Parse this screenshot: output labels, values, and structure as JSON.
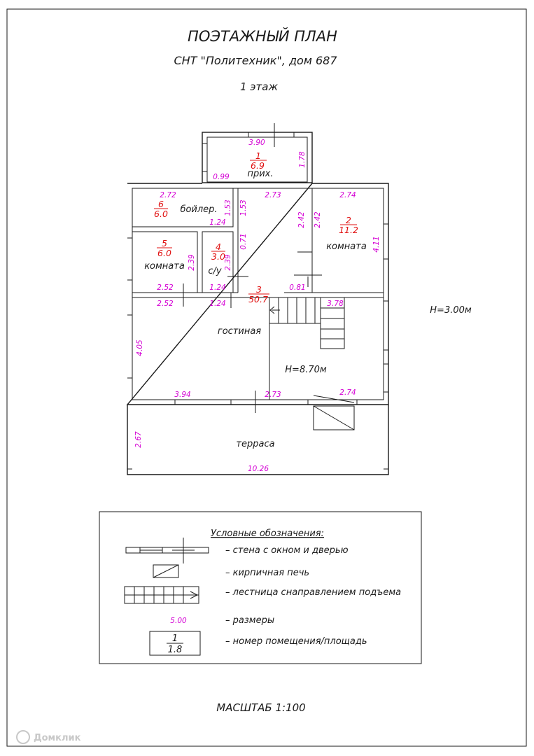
{
  "title": "ПОЭТАЖНЫЙ ПЛАН",
  "subtitle": "СНТ \"Политехник\", дом 687",
  "floor": "1 этаж",
  "ceiling_height": "H=3.00м",
  "hall_height": "H=8.70м",
  "scale": "МАСШТАБ 1:100",
  "watermark": "Домклик",
  "rooms": {
    "r1": {
      "num": "1",
      "area": "6.9",
      "name": "прих."
    },
    "r2": {
      "num": "2",
      "area": "11.2",
      "name": "комната"
    },
    "r3": {
      "num": "3",
      "area": "50.7",
      "name": "гостиная"
    },
    "r4": {
      "num": "4",
      "area": "3.0",
      "name": "с/у"
    },
    "r5": {
      "num": "5",
      "area": "6.0",
      "name": "комната"
    },
    "r6": {
      "num": "6",
      "area": "6.0",
      "name": "бойлер."
    },
    "terrace": {
      "name": "терраса"
    }
  },
  "dims": {
    "d390": "3.90",
    "d178": "1.78",
    "d099": "0.99",
    "d272": "2.72",
    "d153a": "1.53",
    "d153b": "1.53",
    "d124a": "1.24",
    "d273a": "2.73",
    "d242a": "2.42",
    "d242b": "2.42",
    "d274a": "2.74",
    "d411": "4.11",
    "d071": "0.71",
    "d239a": "2.39",
    "d239b": "2.39",
    "d252a": "2.52",
    "d124b": "1.24",
    "d081": "0.81",
    "d252b": "2.52",
    "d124c": "1.24",
    "d378": "3.78",
    "d405": "4.05",
    "d394": "3.94",
    "d273b": "2.73",
    "d274b": "2.74",
    "d267": "2.67",
    "d1026": "10.26"
  },
  "legend": {
    "title": "Условные обозначения:",
    "items": [
      "– стена с окном и дверью",
      "– кирпичная печь",
      "– лестница снаправлением подъема",
      "– размеры",
      "– номер помещения/площадь"
    ],
    "sample_dim": "5.00",
    "sample_num": "1",
    "sample_area": "1.8"
  },
  "colors": {
    "dimension": "#d400d4",
    "room_number": "#e01010",
    "line": "#1a1a1a"
  }
}
